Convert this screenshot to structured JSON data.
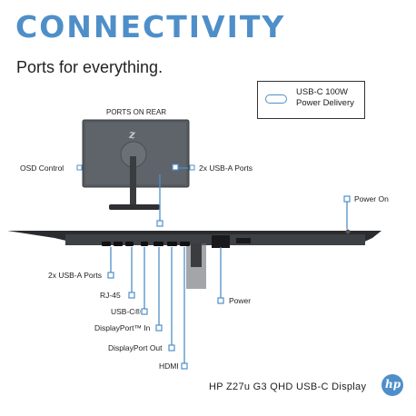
{
  "headline": "CONNECTIVITY",
  "subhead": "Ports for everything.",
  "feature_box": {
    "line1": "USB-C 100W",
    "line2": "Power Delivery",
    "icon": "usb-c-port-icon"
  },
  "rear_view": {
    "caption": "PORTS ON REAR",
    "label_osd": "OSD Control",
    "label_usb_right": "2x USB-A Ports"
  },
  "top_view": {
    "label_power_on": "Power On",
    "labels": {
      "usb_a": "2x USB-A Ports",
      "rj45": "RJ-45",
      "usbc": "USB-C®",
      "dp_in": "DisplayPort™ In",
      "dp_out": "DisplayPort Out",
      "hdmi": "HDMI",
      "power": "Power"
    }
  },
  "footer": {
    "product": "HP Z27u G3 QHD USB-C Display",
    "logo_text": "hp"
  },
  "colors": {
    "accent": "#4f8fc9",
    "text": "#1a1a1a"
  }
}
